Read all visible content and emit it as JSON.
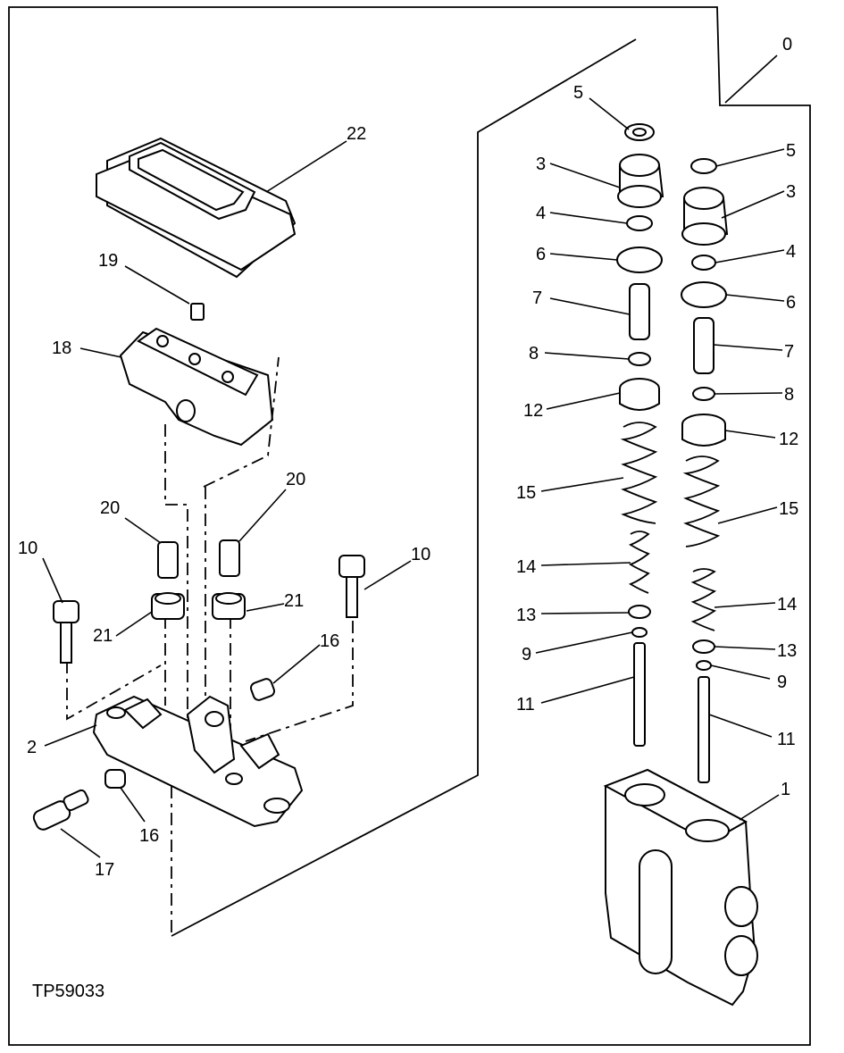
{
  "figure_id": "TP59033",
  "callouts": [
    "0",
    "1",
    "2",
    "3",
    "4",
    "5",
    "6",
    "7",
    "8",
    "9",
    "10",
    "11",
    "12",
    "13",
    "14",
    "15",
    "16",
    "17",
    "18",
    "19",
    "20",
    "21",
    "22"
  ],
  "colors": {
    "ink": "#000000",
    "paper": "#ffffff"
  }
}
